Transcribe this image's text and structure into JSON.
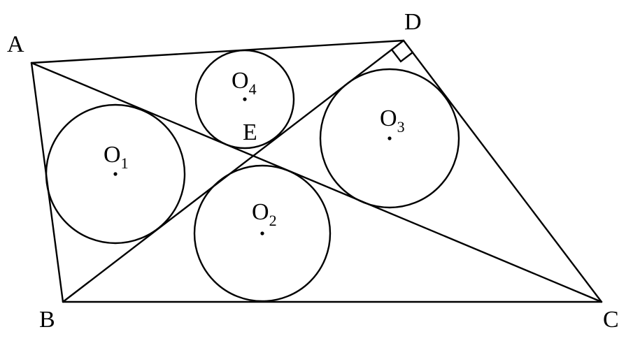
{
  "points": {
    "A": {
      "label": "A"
    },
    "B": {
      "label": "B"
    },
    "C": {
      "label": "C"
    },
    "D": {
      "label": "D"
    },
    "E": {
      "label": "E"
    }
  },
  "circles": [
    {
      "id": "O1",
      "letter": "O",
      "sub": "1"
    },
    {
      "id": "O2",
      "letter": "O",
      "sub": "2"
    },
    {
      "id": "O3",
      "letter": "O",
      "sub": "3"
    },
    {
      "id": "O4",
      "letter": "O",
      "sub": "4"
    }
  ],
  "right_angle_at": "D",
  "colors": {
    "stroke": "#000000",
    "background": "#ffffff"
  }
}
